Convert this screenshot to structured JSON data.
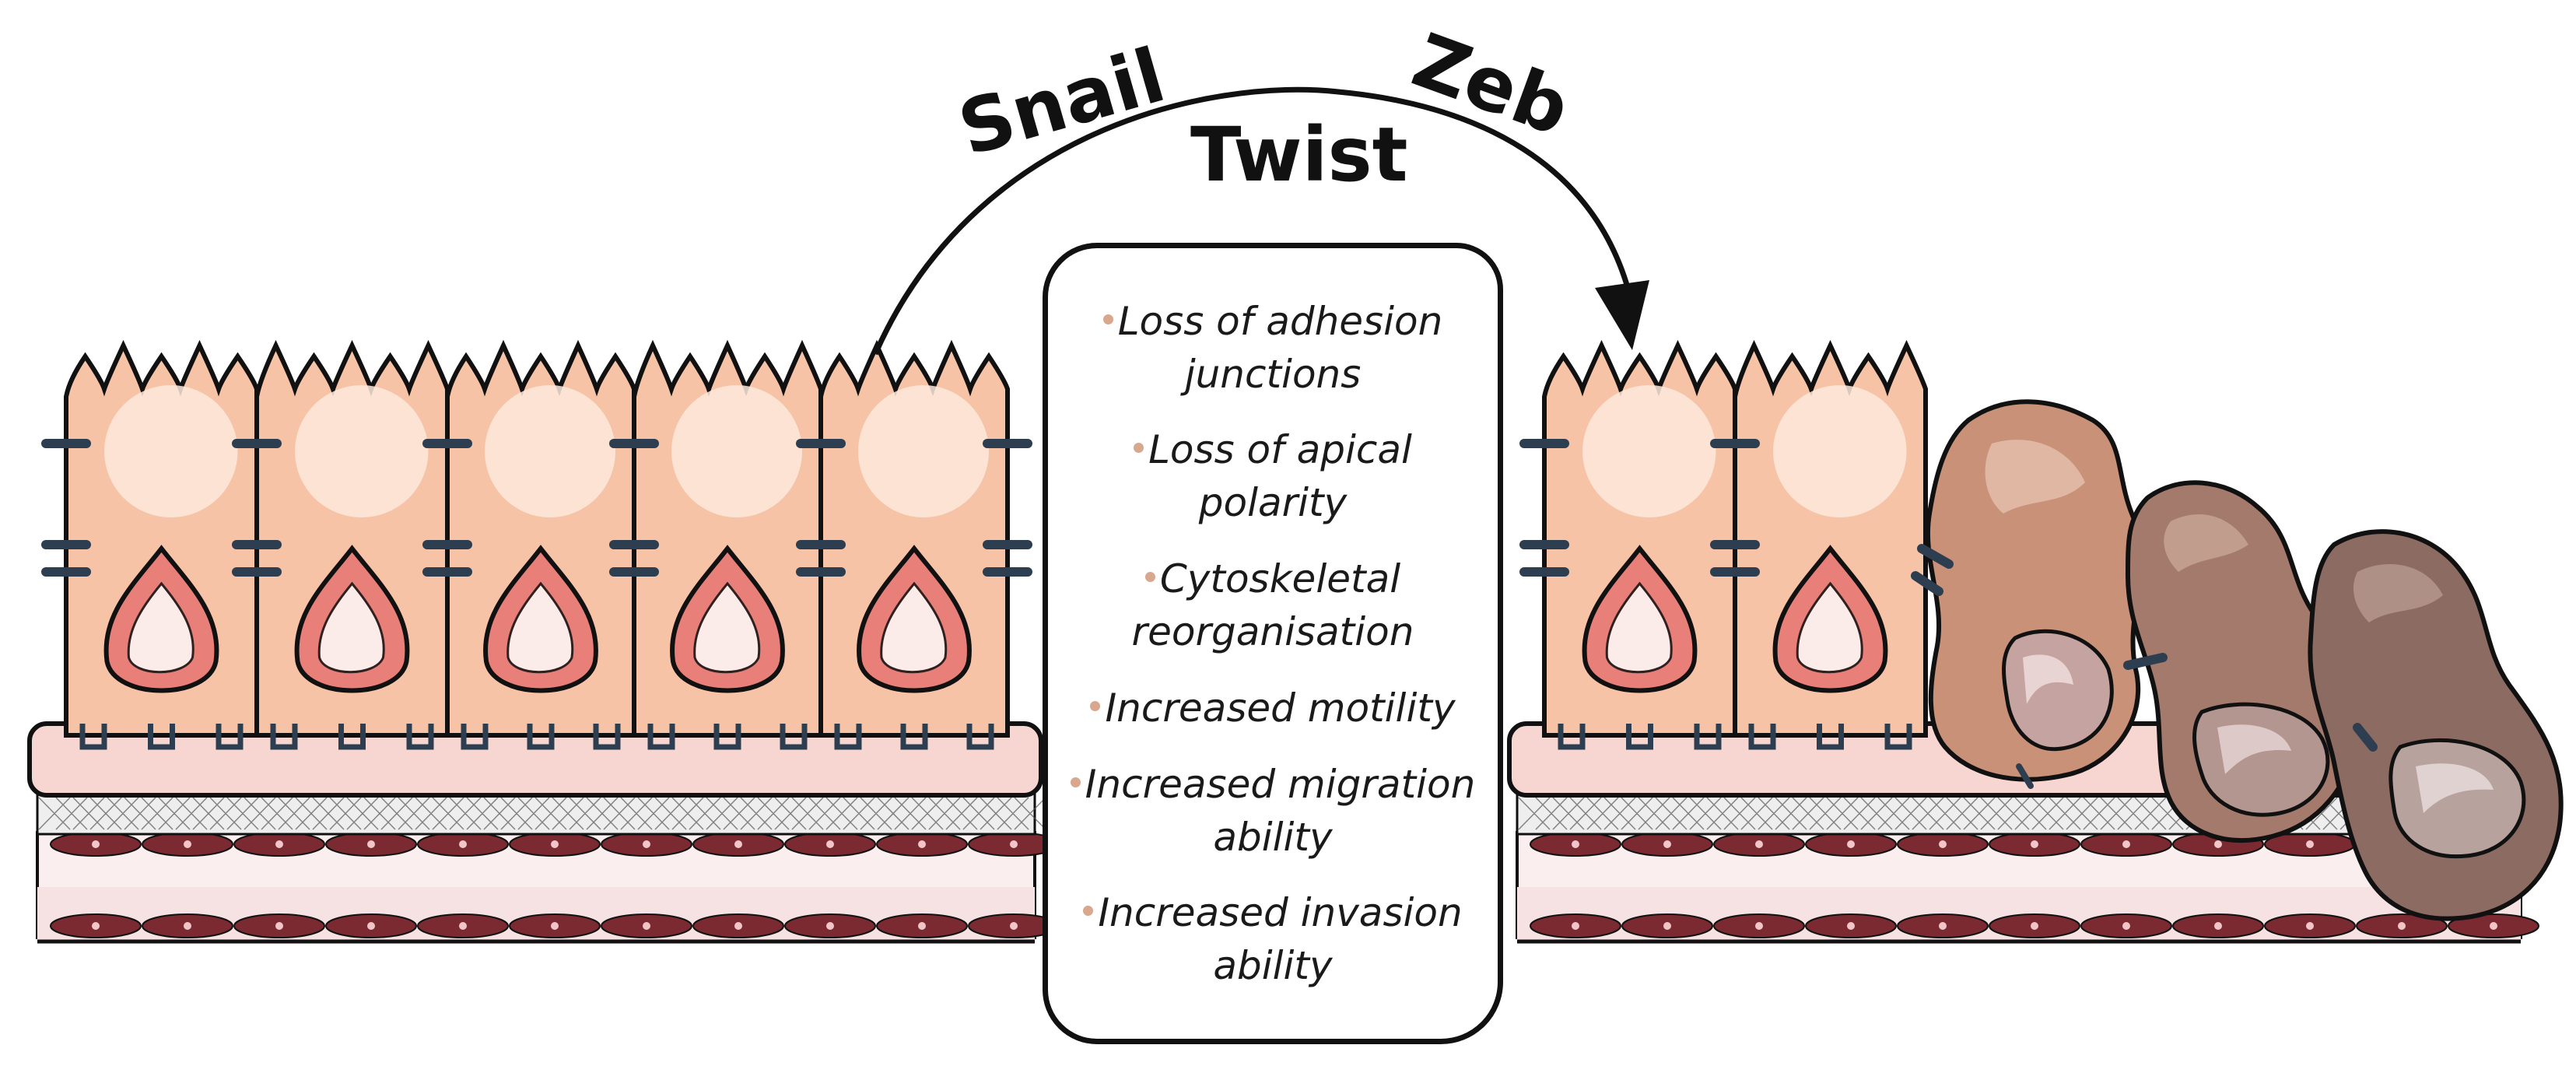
{
  "transcription_factors": [
    "Snail",
    "Twist",
    "Zeb"
  ],
  "features": [
    "Loss of adhesion\njunctions",
    "Loss of apical\npolarity",
    "Cytoskeletal\nreorganisation",
    "Increased motility",
    "Increased migration\nability",
    "Increased invasion\nability"
  ],
  "colors": {
    "epithelial_cell": "#f7c3a6",
    "epithelial_cell_light": "#fde9dc",
    "nucleus": "#e87f78",
    "mesenchymal_cell_1": "#c99178",
    "mesenchymal_cell_2": "#a47a6c",
    "mesenchymal_cell_3": "#8c6b62",
    "basement_membrane": "#f4d4cf",
    "junction": "#2c3e50",
    "stroma_cell": "#7a2a30",
    "outline": "#111111"
  }
}
